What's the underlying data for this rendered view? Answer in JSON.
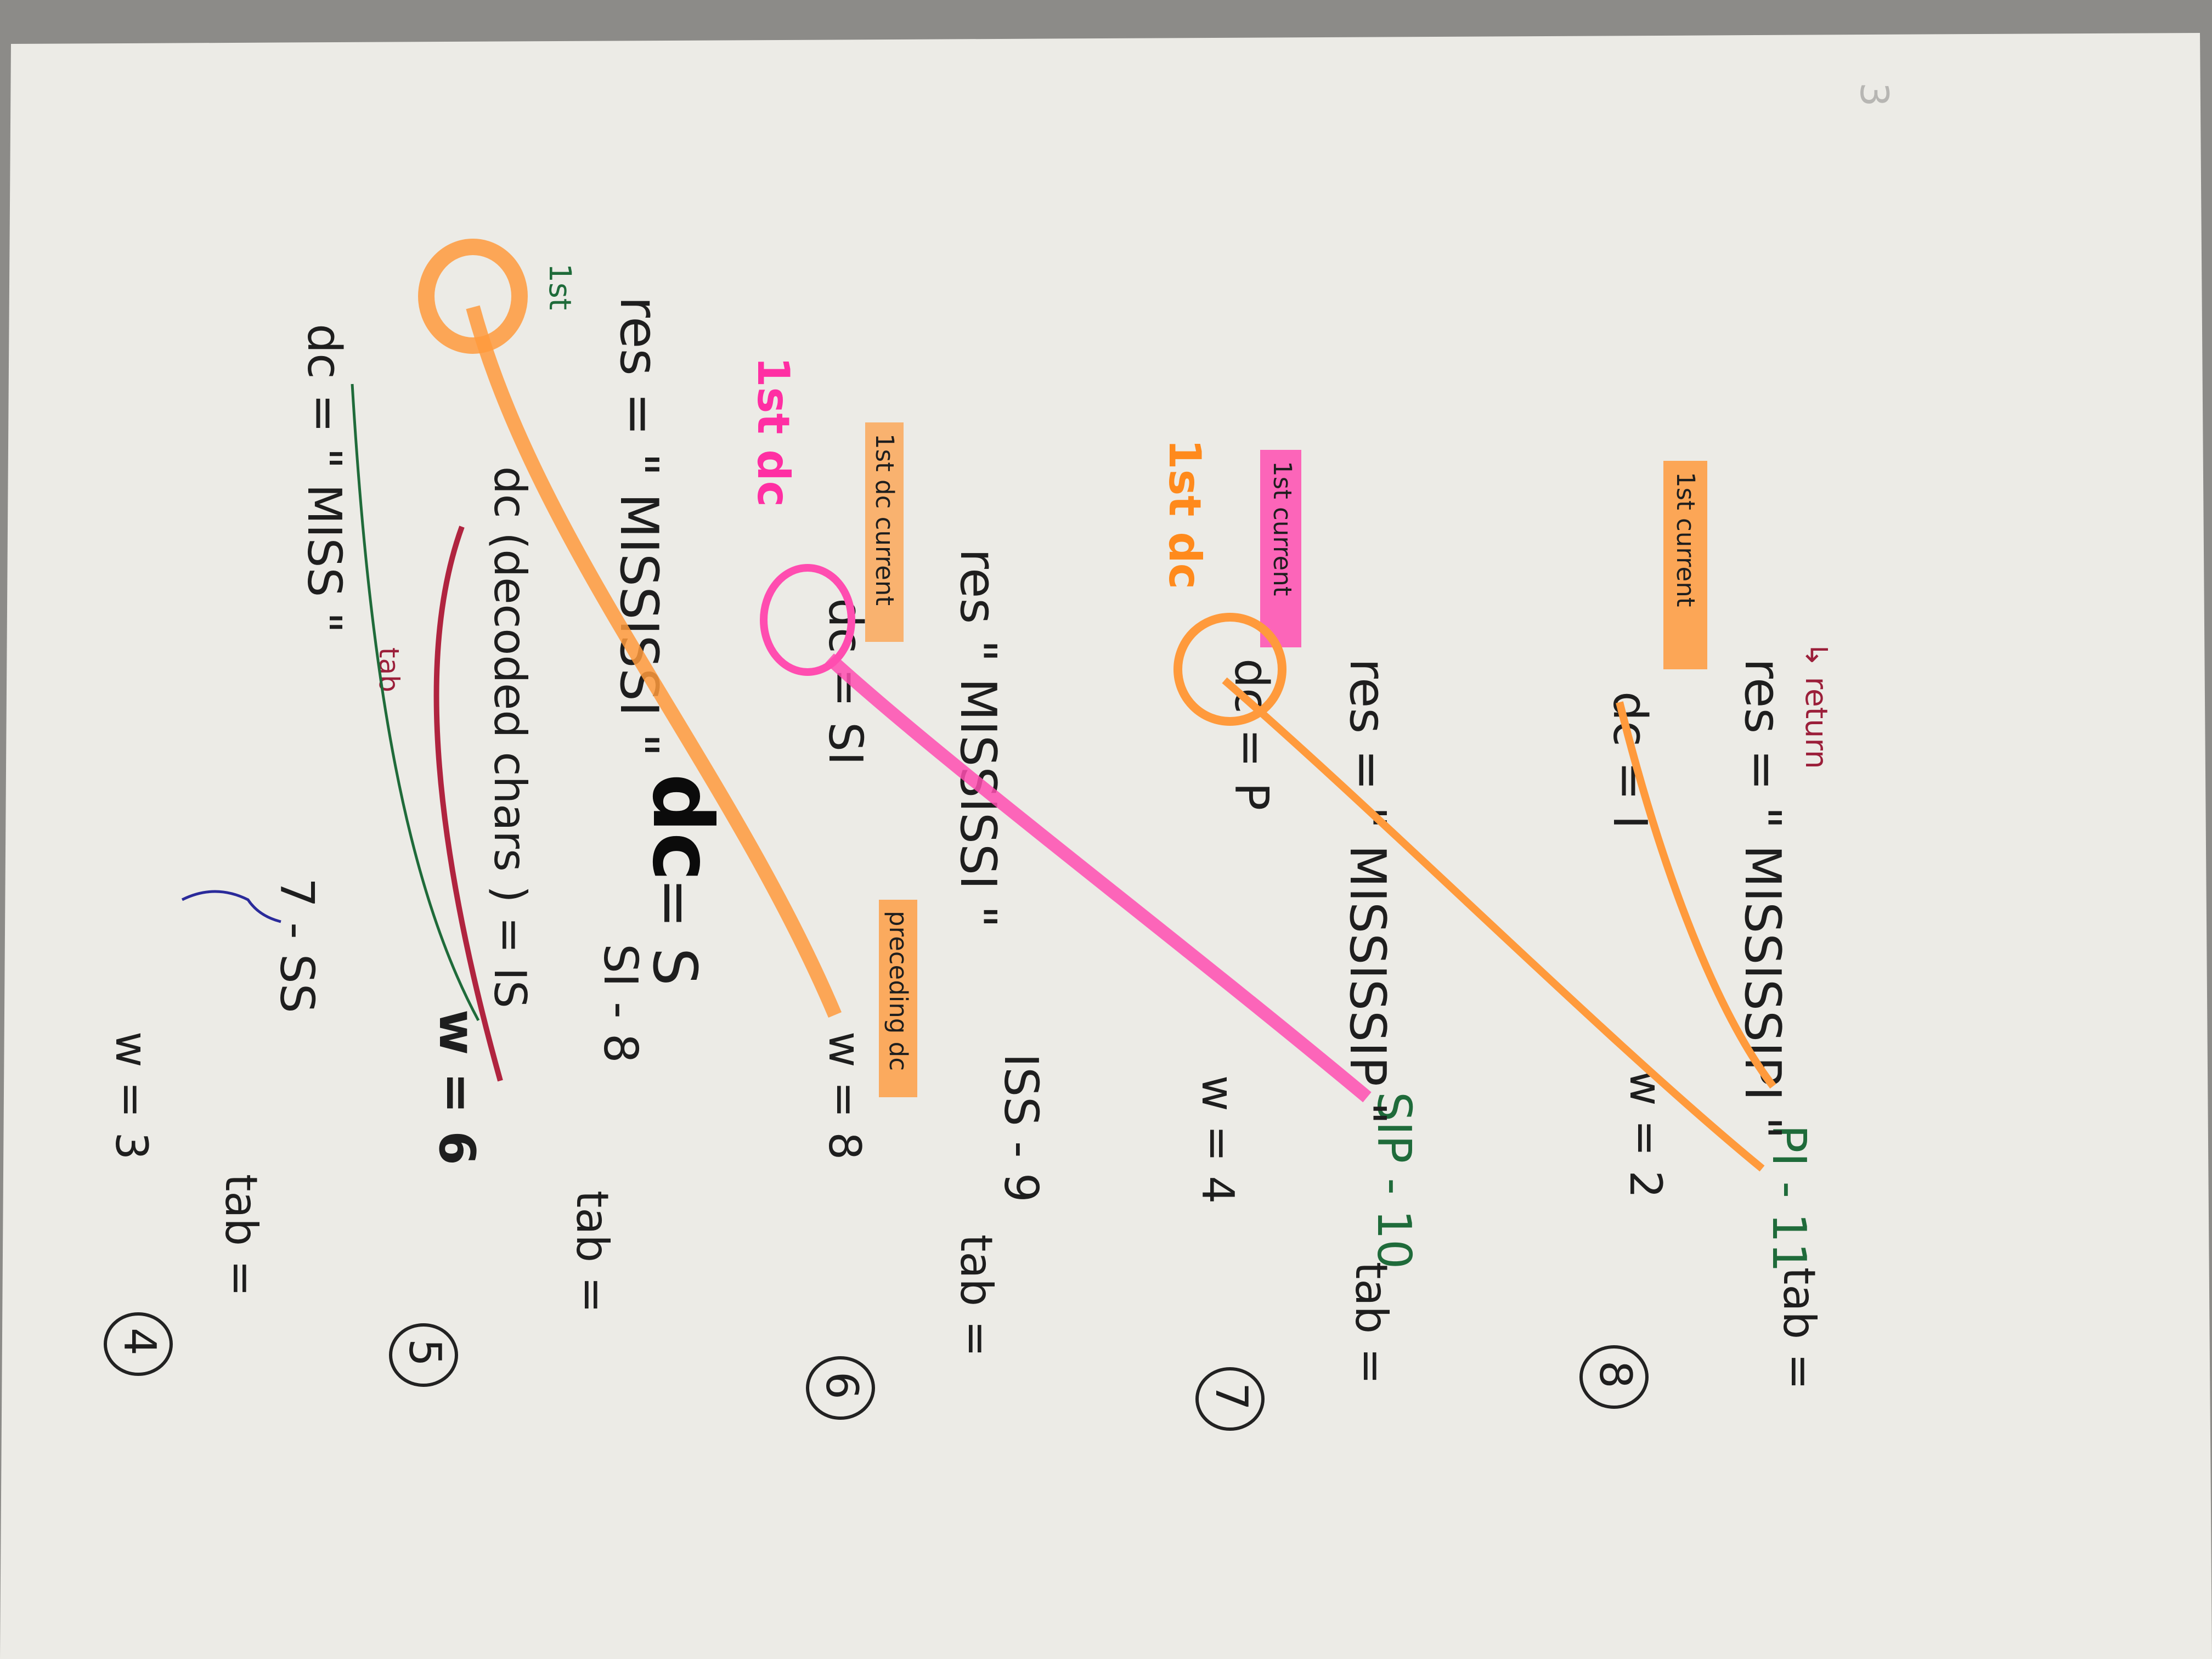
{
  "colors": {
    "paper": "#ecebe6",
    "ink": "#1e1e1e",
    "orange_highlighter": "#ff9a3c",
    "pink_highlighter": "#ff4db0",
    "red_pen": "#9b1f3a",
    "green_pen": "#1f6b3a",
    "blue_pen": "#2a2a9a"
  },
  "header": {
    "dc_label": "dc",
    "dc_value": "= S",
    "corner_number": "3"
  },
  "steps": [
    {
      "number": "4",
      "w": "w = 3",
      "tab": "tab =",
      "tab_entries": [
        "7 - SS"
      ],
      "dc": "dc = \" MISS \""
    },
    {
      "number": "5",
      "w": "w = 6",
      "tab": "tab =",
      "tab_entries": [
        "SI - 8"
      ],
      "dc": "dc (decoded chars ) = IS",
      "dc_note": "1st",
      "tab_ref": "tab",
      "res": "res = \" MISSISSI \""
    },
    {
      "number": "6",
      "w": "w = 8",
      "tab": "tab =",
      "tab_entries": [
        "ISS - 9"
      ],
      "dc": "dc = SI",
      "dc_note": "1st dc current",
      "res": "res \" MISSISSI \"",
      "first_dc_label": "1st dc",
      "preceding_dc_label": "preceding dc"
    },
    {
      "number": "7",
      "w": "w = 4",
      "tab": "tab =",
      "tab_entries": [
        "SIP - 10"
      ],
      "dc": "dc = P",
      "dc_note": "1st current",
      "res": "res = \" MISSISSIP \"",
      "first_dc_label": "1st dc"
    },
    {
      "number": "8",
      "w": "w = 2",
      "tab": "tab =",
      "tab_entries": [
        "PI - 11"
      ],
      "dc": "dc = I",
      "dc_note": "1st current",
      "res": "res = \" MISSISSIPI \"",
      "return_note": "↳ return"
    }
  ]
}
